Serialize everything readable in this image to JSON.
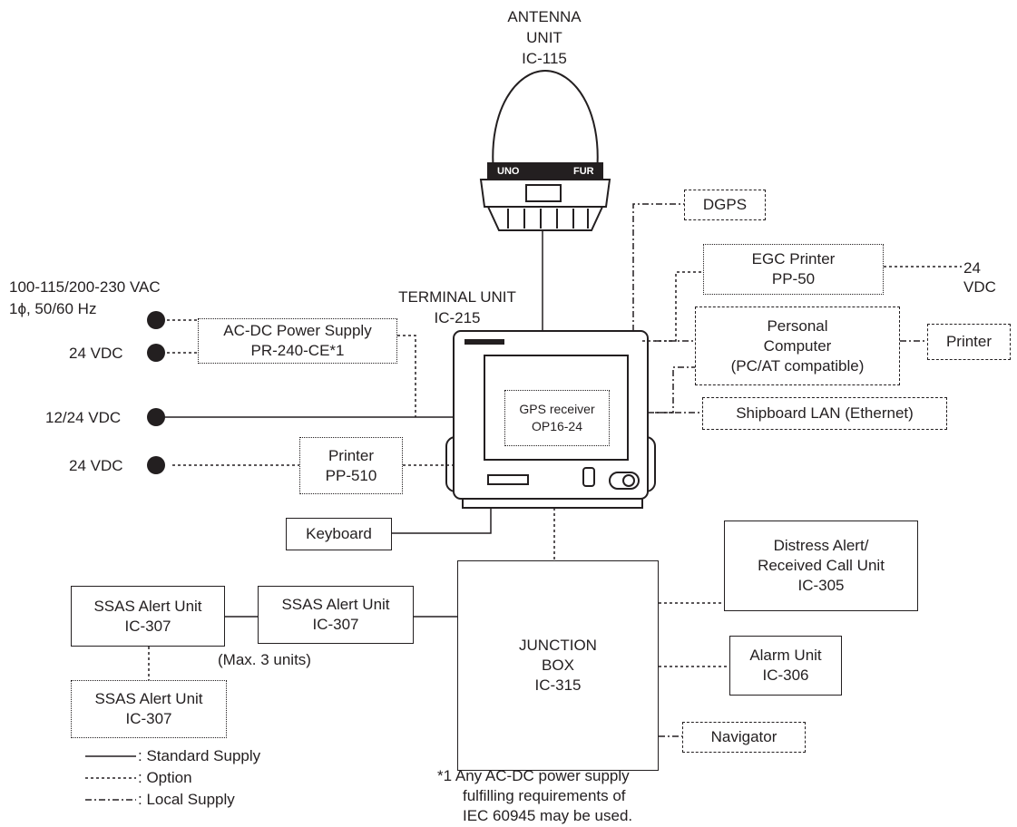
{
  "antenna": {
    "line1": "ANTENNA",
    "line2": "UNIT",
    "model": "IC-115",
    "brand_left": "UNO",
    "brand_right": "FUR"
  },
  "terminal": {
    "line1": "TERMINAL UNIT",
    "model": "IC-215"
  },
  "gps": {
    "line1": "GPS receiver",
    "line2": "OP16-24"
  },
  "dgps": {
    "label": "DGPS"
  },
  "egc_printer": {
    "line1": "EGC Printer",
    "line2": "PP-50"
  },
  "egc_power": "24 VDC",
  "pc": {
    "line1": "Personal",
    "line2": "Computer",
    "line3": "(PC/AT compatible)"
  },
  "pc_printer": "Printer",
  "lan": "Shipboard LAN (Ethernet)",
  "ac_input": {
    "line1": "100-115/200-230 VAC",
    "line2": "1ϕ, 50/60 Hz"
  },
  "psu": {
    "line1": "AC-DC Power Supply",
    "line2": "PR-240-CE*1"
  },
  "psu_dc_input": "24 VDC",
  "main_dc_input": "12/24 VDC",
  "printer_power": "24 VDC",
  "printer": {
    "line1": "Printer",
    "line2": "PP-510"
  },
  "keyboard": "Keyboard",
  "junction": {
    "line1": "JUNCTION",
    "line2": "BOX",
    "line3": "IC-315"
  },
  "distress": {
    "line1": "Distress Alert/",
    "line2": "Received Call Unit",
    "line3": "IC-305"
  },
  "alarm": {
    "line1": "Alarm Unit",
    "line2": "IC-306"
  },
  "navigator": "Navigator",
  "ssas": {
    "line1": "SSAS Alert Unit",
    "line2": "IC-307"
  },
  "ssas_max": "(Max. 3 units)",
  "legend": {
    "standard": ": Standard Supply",
    "option": ": Option",
    "local": ": Local Supply"
  },
  "footnote": {
    "line1": "*1 Any AC-DC power supply",
    "line2": "fulfilling requirements of",
    "line3": "IEC 60945 may be used."
  }
}
